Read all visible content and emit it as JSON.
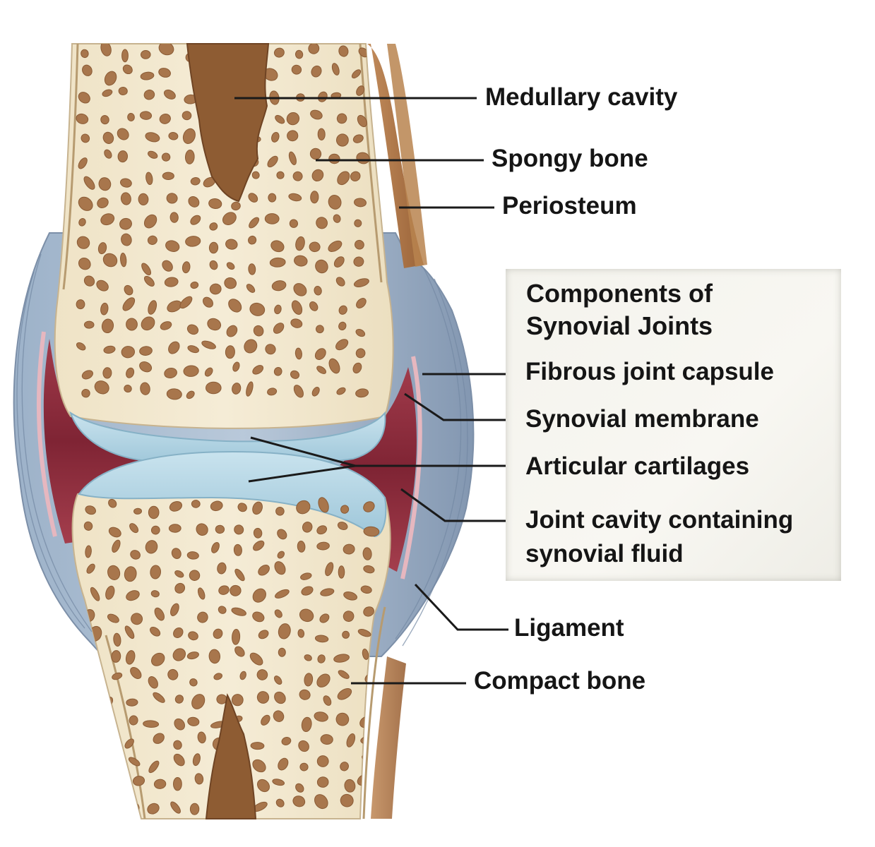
{
  "diagram": {
    "components_box": {
      "title_line1": "Components of",
      "title_line2": "Synovial Joints",
      "items": [
        {
          "id": "fibrous-joint-capsule",
          "text": "Fibrous joint capsule"
        },
        {
          "id": "synovial-membrane",
          "text": "Synovial membrane"
        },
        {
          "id": "articular-cartilages",
          "text": "Articular cartilages"
        },
        {
          "id": "joint-cavity",
          "line1": "Joint cavity containing",
          "line2": "synovial fluid"
        }
      ]
    },
    "labels": [
      {
        "id": "medullary-cavity",
        "text": "Medullary cavity"
      },
      {
        "id": "spongy-bone",
        "text": "Spongy bone"
      },
      {
        "id": "periosteum",
        "text": "Periosteum"
      },
      {
        "id": "ligament",
        "text": "Ligament"
      },
      {
        "id": "compact-bone",
        "text": "Compact bone"
      }
    ],
    "colors": {
      "bone": "#f2e8cf",
      "pore": "#a8764c",
      "marrow": "#8a5a33",
      "periosteum": "#b07a4a",
      "capsule": "#8ea3bd",
      "cartilage": "#bcdbe8",
      "cavity": "#8c2e3e",
      "leader": "#1a1a1a"
    }
  }
}
